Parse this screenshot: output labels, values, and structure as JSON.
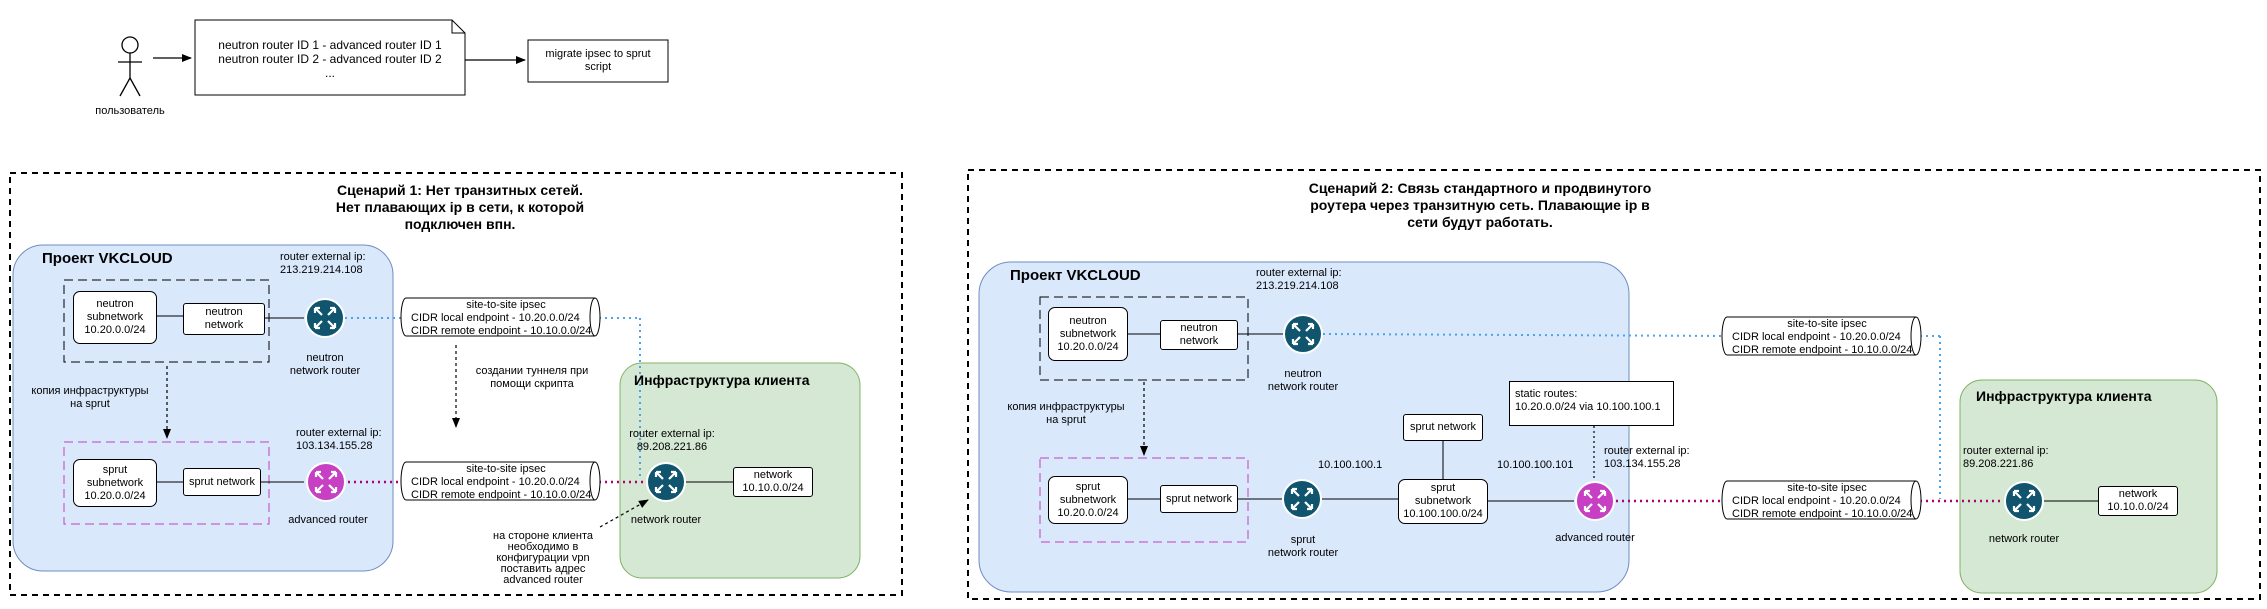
{
  "top": {
    "actor_label": "пользователь",
    "mapping_note": [
      "neutron router ID 1 - advanced router ID 1",
      "neutron router ID 2 - advanced router ID 2",
      "..."
    ],
    "script_label": "migrate ipsec to sprut script"
  },
  "scenario1": {
    "title": "Сценарий 1: Нет транзитных сетей.\nНет плавающих ip в сети, к которой\nподключен впн.",
    "project_title": "Проект VKCLOUD",
    "neutron_subnet": "neutron\nsubnetwork\n10.20.0.0/24",
    "neutron_network": "neutron\nnetwork",
    "neutron_router_ip": "router external ip:\n213.219.214.108",
    "neutron_router_label": "neutron\nnetwork router",
    "copy_label": "копия инфраструктуры\nна sprut",
    "sprut_subnet": "sprut\nsubnetwork\n10.20.0.0/24",
    "sprut_network": "sprut network",
    "advanced_router_ip": "router external ip:\n103.134.155.28",
    "advanced_router_label": "advanced router",
    "ipsec1": {
      "caption": "site-to-site ipsec",
      "local": "CIDR local endpoint - 10.20.0.0/24",
      "remote": "CIDR remote endpoint - 10.10.0.0/24"
    },
    "ipsec2": {
      "caption": "site-to-site ipsec",
      "local": "CIDR local endpoint - 10.20.0.0/24",
      "remote": "CIDR remote endpoint - 10.10.0.0/24"
    },
    "tunnel_note": "создании туннеля при\nпомощи скрипта",
    "client_title": "Инфраструктура клиента",
    "client_router_ip": "router external ip:\n89.208.221.86",
    "client_network": "network\n10.10.0.0/24",
    "client_router_label": "network router",
    "client_note": "на стороне клиента\nнеобходимо в\nконфигурации vpn\nпоставить адрес\nadvanced router"
  },
  "scenario2": {
    "title": "Сценарий 2: Связь стандартного и продвинутого\nроутера через транзитную сеть. Плавающие ip в\nсети будут работать.",
    "project_title": "Проект VKCLOUD",
    "neutron_subnet": "neutron\nsubnetwork\n10.20.0.0/24",
    "neutron_network": "neutron\nnetwork",
    "neutron_router_ip": "router external ip:\n213.219.214.108",
    "neutron_router_label": "neutron\nnetwork router",
    "copy_label": "копия инфраструктуры\nна sprut",
    "sprut_subnet": "sprut\nsubnetwork\n10.20.0.0/24",
    "sprut_network": "sprut network",
    "sprut_router_label": "sprut\nnetwork router",
    "transit_ip_left": "10.100.100.1",
    "transit_network": "sprut network",
    "transit_subnet": "sprut\nsubnetwork\n10.100.100.0/24",
    "transit_ip_right": "10.100.100.101",
    "static_routes": "static routes:\n10.20.0.0/24 via 10.100.100.1",
    "advanced_router_ip": "router external ip:\n103.134.155.28",
    "advanced_router_label": "advanced router",
    "ipsec1": {
      "caption": "site-to-site ipsec",
      "local": "CIDR local endpoint - 10.20.0.0/24",
      "remote": "CIDR remote endpoint - 10.10.0.0/24"
    },
    "ipsec2": {
      "caption": "site-to-site ipsec",
      "local": "CIDR local endpoint - 10.20.0.0/24",
      "remote": "CIDR remote endpoint - 10.10.0.0/24"
    },
    "client_title": "Инфраструктура клиента",
    "client_router_ip": "router external ip:\n89.208.221.86",
    "client_network": "network\n10.10.0.0/24",
    "client_router_label": "network router"
  },
  "colors": {
    "project_fill": "#dae8fc",
    "project_stroke": "#6c8ebf",
    "client_fill": "#d5e8d4",
    "client_stroke": "#82b366",
    "router_blue": "#10556d",
    "router_purple": "#c73fc2",
    "link_blue": "#4da3ea",
    "link_purple": "#b0006f"
  }
}
